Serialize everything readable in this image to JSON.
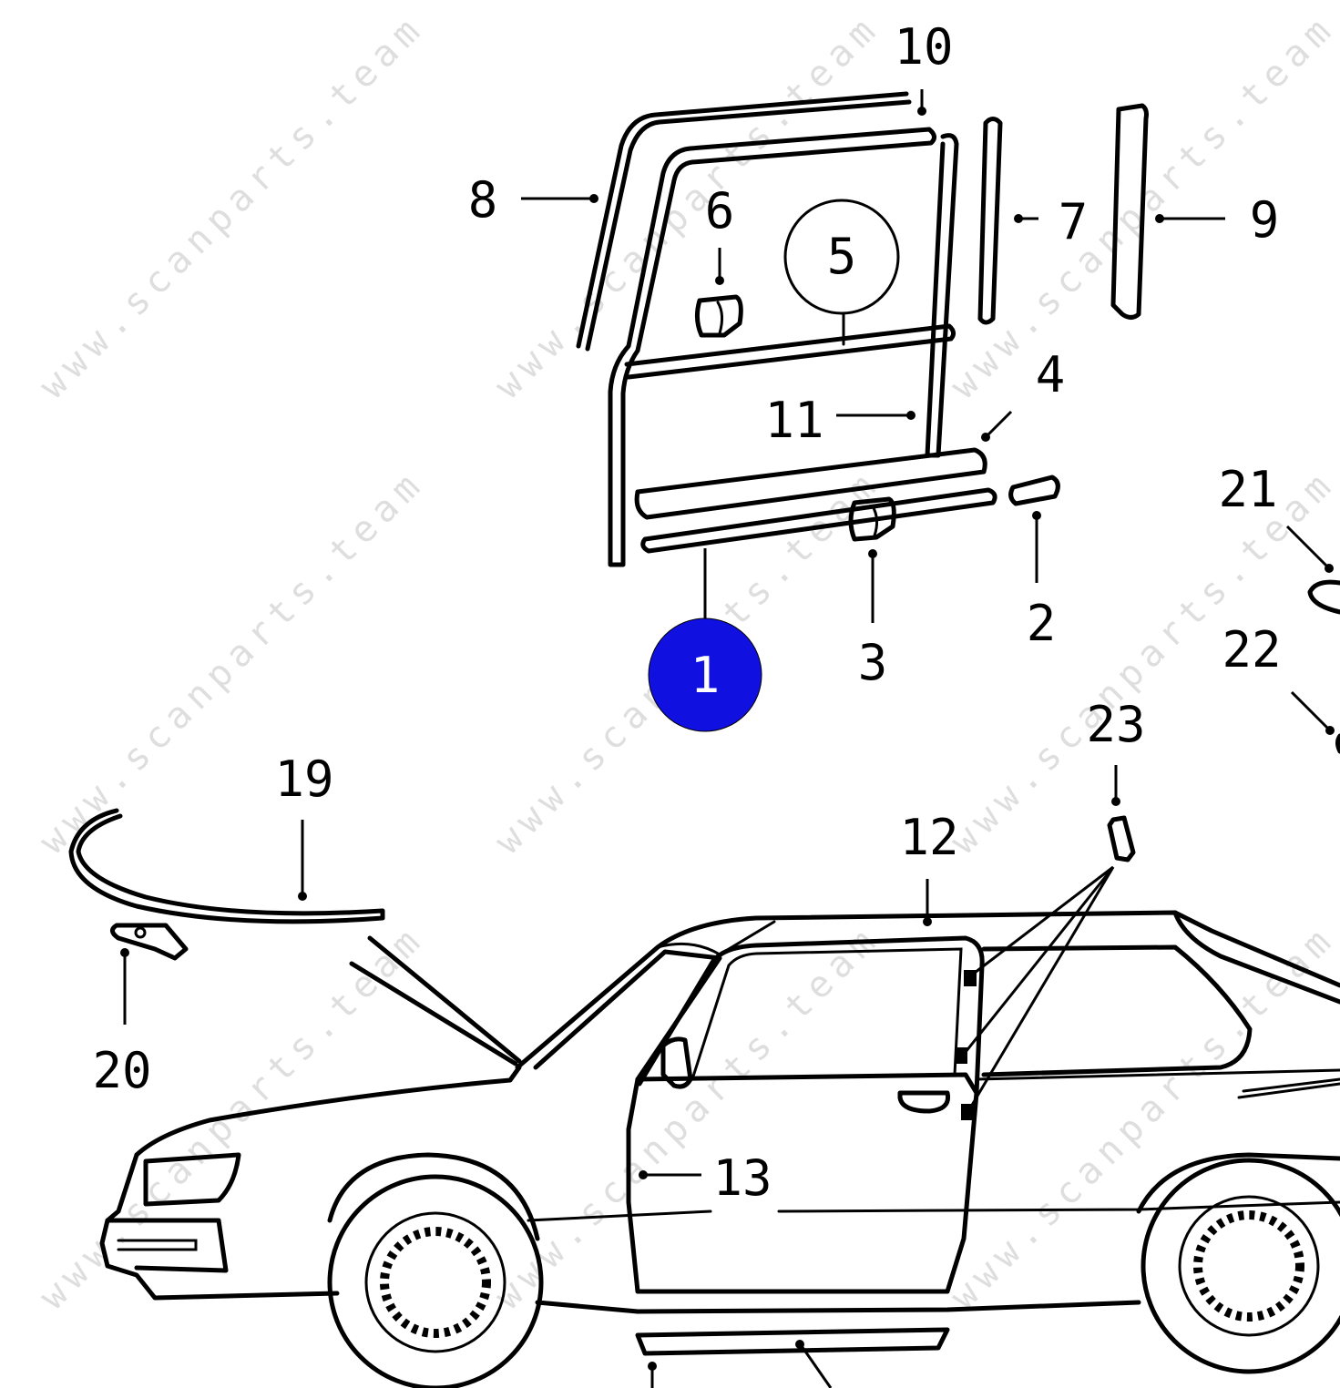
{
  "diagram": {
    "watermark": "www.scanparts.team",
    "highlight_color": "#1010e0",
    "callouts": [
      {
        "id": "1",
        "label": "1",
        "highlighted": true
      },
      {
        "id": "2",
        "label": "2"
      },
      {
        "id": "3",
        "label": "3"
      },
      {
        "id": "4",
        "label": "4"
      },
      {
        "id": "5",
        "label": "5"
      },
      {
        "id": "6",
        "label": "6"
      },
      {
        "id": "7",
        "label": "7"
      },
      {
        "id": "8",
        "label": "8"
      },
      {
        "id": "9",
        "label": "9"
      },
      {
        "id": "10",
        "label": "10"
      },
      {
        "id": "11",
        "label": "11"
      },
      {
        "id": "12",
        "label": "12"
      },
      {
        "id": "13",
        "label": "13"
      },
      {
        "id": "19",
        "label": "19"
      },
      {
        "id": "20",
        "label": "20"
      },
      {
        "id": "21",
        "label": "21"
      },
      {
        "id": "22",
        "label": "22"
      },
      {
        "id": "23",
        "label": "23"
      }
    ]
  }
}
